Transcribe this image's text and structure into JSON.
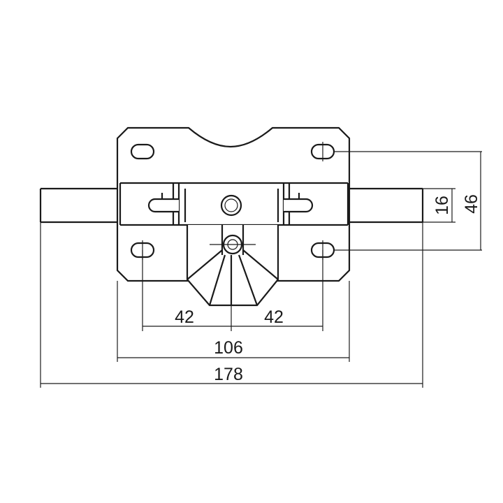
{
  "dimensions": {
    "hole_offset_left": "42",
    "hole_offset_right": "42",
    "plate_width": "106",
    "overall_length": "178",
    "bolt_diameter": "16",
    "hole_vertical_spacing": "46"
  },
  "colors": {
    "line": "#1a1a1a",
    "background": "#ffffff"
  }
}
